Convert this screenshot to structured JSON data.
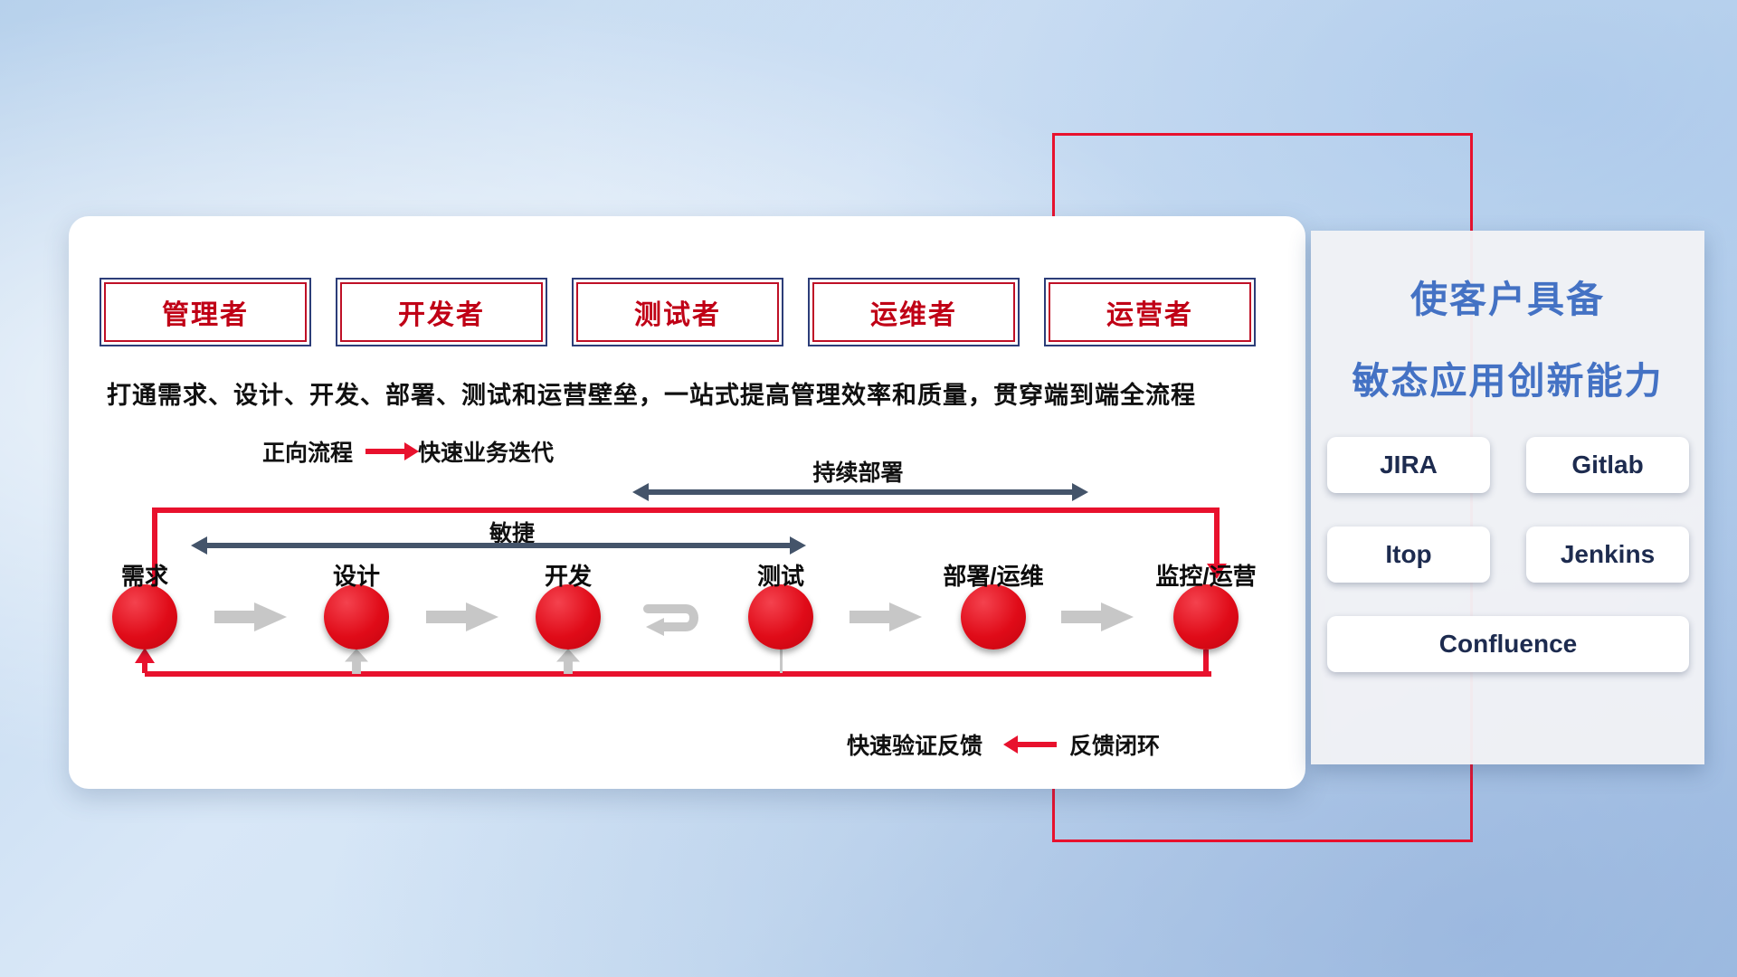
{
  "roles": [
    "管理者",
    "开发者",
    "测试者",
    "运维者",
    "运营者"
  ],
  "subtitle": "打通需求、设计、开发、部署、测试和运营壁垒，一站式提高管理效率和质量，贯穿端到端全流程",
  "forward_legend": {
    "label": "正向流程",
    "desc": "快速业务迭代"
  },
  "continuous_deploy_label": "持续部署",
  "agile_label": "敏捷",
  "nodes": [
    "需求",
    "设计",
    "开发",
    "测试",
    "部署/运维",
    "监控/运营"
  ],
  "feedback_legend": {
    "desc": "快速验证反馈",
    "label": "反馈闭环"
  },
  "right_panel": {
    "title_line1": "使客户具备",
    "title_line2": "敏态应用创新能力",
    "tools": [
      "JIRA",
      "Gitlab",
      "Itop",
      "Jenkins",
      "Confluence"
    ]
  },
  "colors": {
    "accent_red": "#e8112d",
    "navy_border": "#2c3d78",
    "title_blue": "#4472c4",
    "arrow_dark": "#44546a"
  }
}
